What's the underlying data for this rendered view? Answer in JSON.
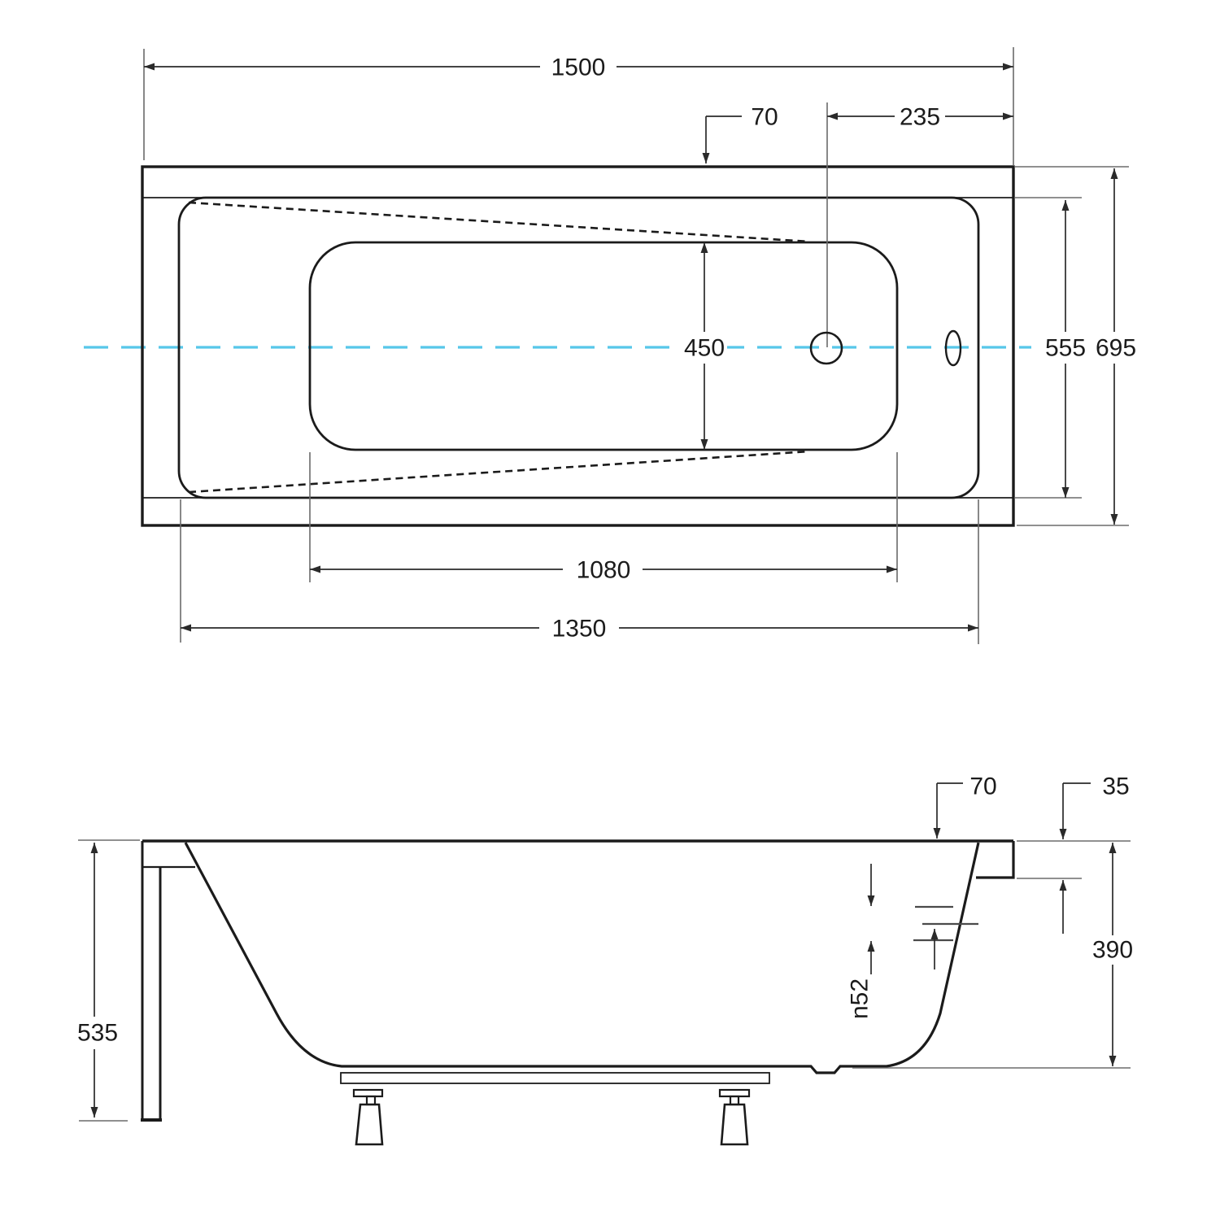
{
  "drawing": {
    "title": "bathtub-technical-drawing",
    "top_view": {
      "dimensions": {
        "overall_length": "1500",
        "drain_offset": "70",
        "drain_to_end": "235",
        "floor_width": "450",
        "basin_inner_width": "555",
        "overall_width": "695",
        "floor_length": "1080",
        "basin_inner_length": "1350"
      }
    },
    "side_view": {
      "dimensions": {
        "rim_inset": "70",
        "rim_thickness": "35",
        "overflow_diameter": "n52",
        "inner_depth": "390",
        "overall_height": "535"
      }
    }
  },
  "colors": {
    "line": "#1b1b1b",
    "extension_line": "#6b6b6b",
    "centerline": "#57c7e9",
    "background": "#ffffff"
  }
}
